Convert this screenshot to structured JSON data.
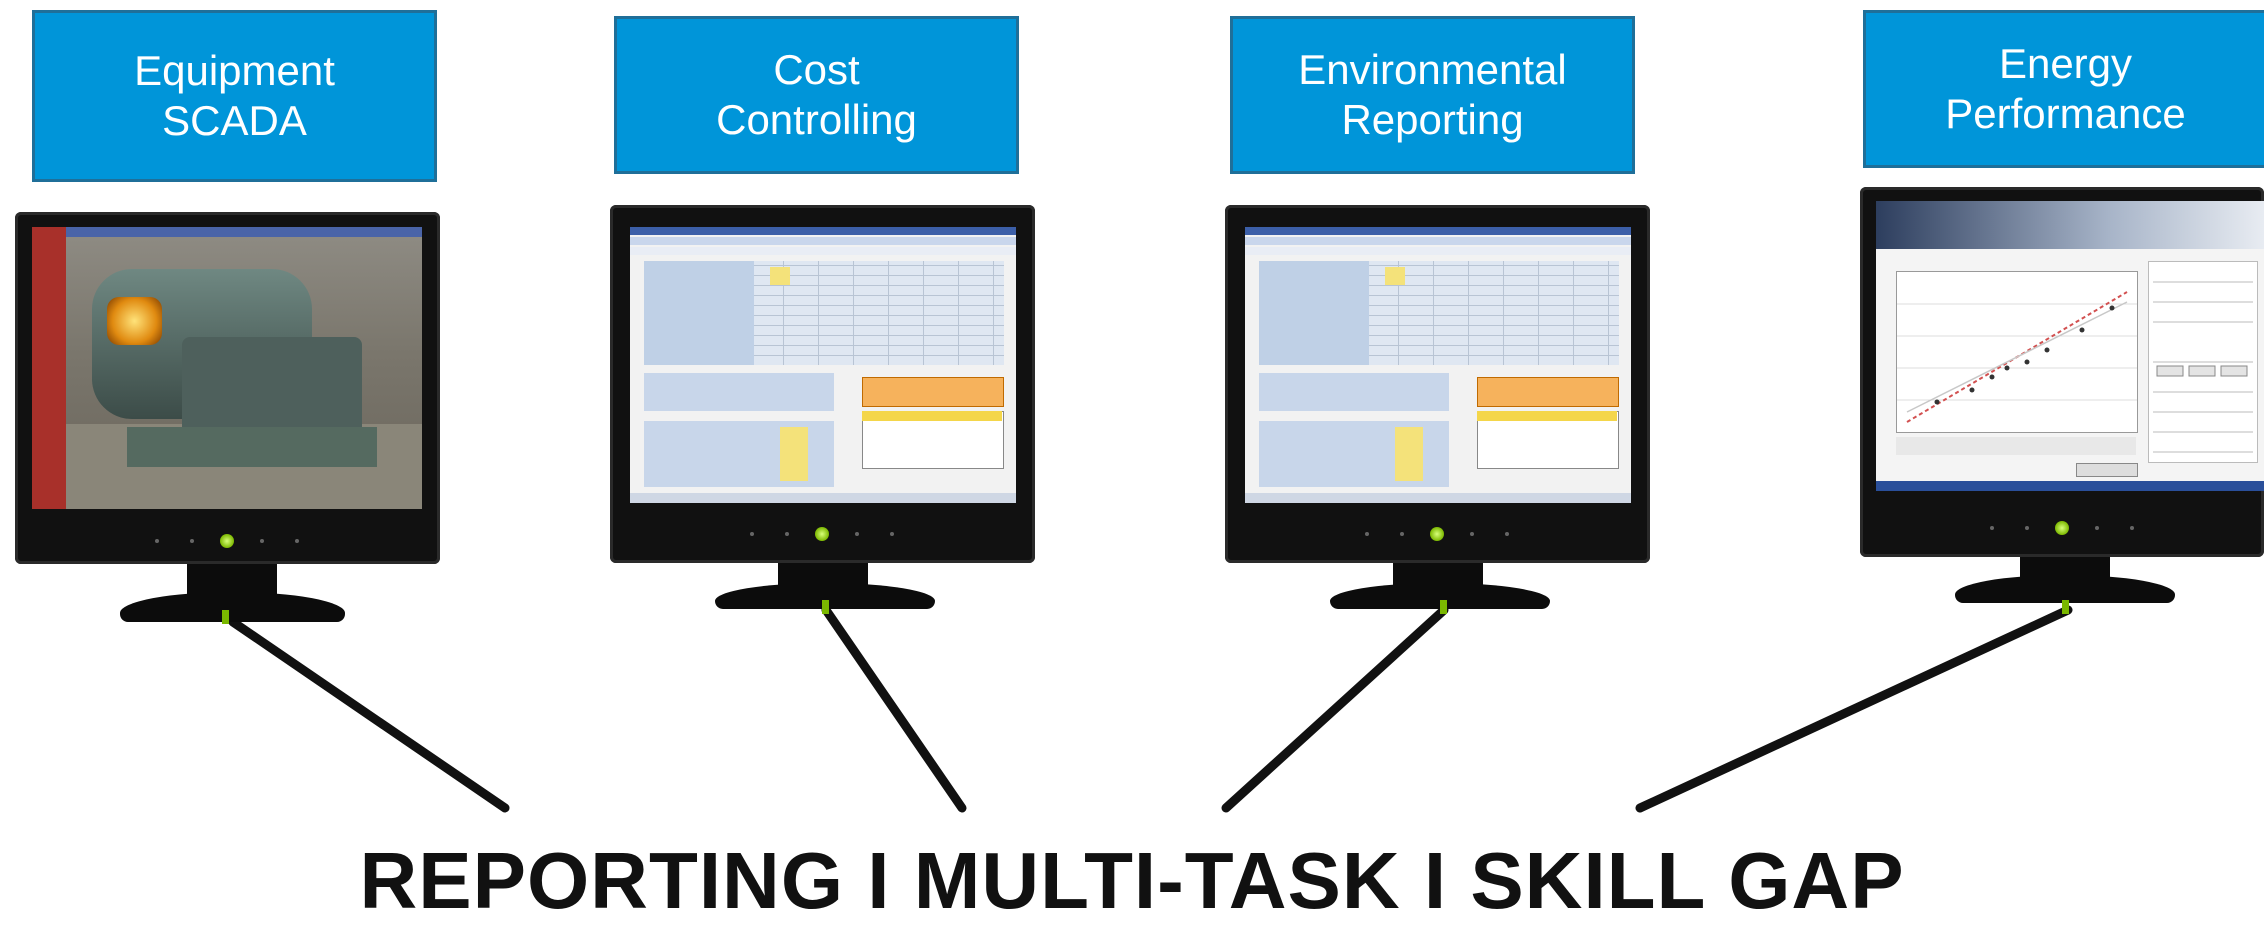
{
  "headline": "REPORTING I MULTI-TASK I SKILL GAP",
  "colors": {
    "label_fill": "#0095d9",
    "label_border": "#1f6f99",
    "label_text": "#ffffff",
    "connector": "#111111",
    "led": "#7cb800"
  },
  "panels": [
    {
      "label": "Equipment\nSCADA",
      "screen": "scada-boiler-view"
    },
    {
      "label": "Cost\nControlling",
      "screen": "spreadsheet-view"
    },
    {
      "label": "Environmental\nReporting",
      "screen": "spreadsheet-view"
    },
    {
      "label": "Energy\nPerformance",
      "screen": "regression-chart-view"
    }
  ]
}
